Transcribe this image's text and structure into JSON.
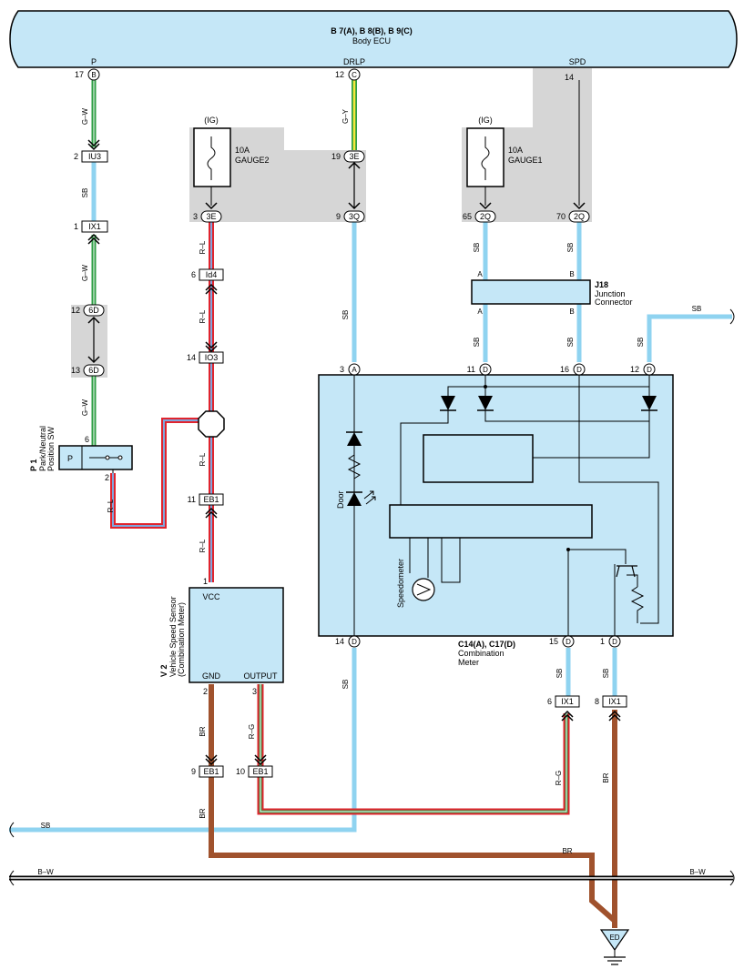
{
  "ecu": {
    "ref": "B 7(A), B 8(B), B 9(C)",
    "name": "Body ECU",
    "terminals": {
      "p": "P",
      "drlp": "DRLP",
      "spd": "SPD"
    },
    "pins": {
      "p": "17",
      "p_letter": "B",
      "drlp": "12",
      "drlp_letter": "C",
      "spd": "14"
    }
  },
  "wires": {
    "g_w": "G–W",
    "g_y": "G–Y",
    "sb": "SB",
    "r_l": "R–L",
    "br": "BR",
    "r_g": "R–G",
    "b_w": "B–W"
  },
  "connectors": {
    "iu3": {
      "pin": "2",
      "label": "IU3"
    },
    "ix1_top": {
      "pin": "1",
      "label": "IX1"
    },
    "c6d_a": {
      "pin": "12",
      "label": "6D"
    },
    "c6d_b": {
      "pin": "13",
      "label": "6D"
    },
    "c3e_a": {
      "pin": "3",
      "label": "3E"
    },
    "c3e_b": {
      "pin": "19",
      "label": "3E"
    },
    "c3q": {
      "pin": "9",
      "label": "3Q"
    },
    "c2q_a": {
      "pin": "65",
      "label": "2Q"
    },
    "c2q_b": {
      "pin": "70",
      "label": "2Q"
    },
    "id4": {
      "pin": "6",
      "label": "Id4"
    },
    "io3": {
      "pin": "14",
      "label": "IO3"
    },
    "eb1_a": {
      "pin": "11",
      "label": "EB1"
    },
    "eb1_b": {
      "pin": "9",
      "label": "EB1"
    },
    "eb1_c": {
      "pin": "10",
      "label": "EB1"
    },
    "ix1_a": {
      "pin": "6",
      "label": "IX1"
    },
    "ix1_b": {
      "pin": "8",
      "label": "IX1"
    }
  },
  "fuses": {
    "gauge2": {
      "ig": "(IG)",
      "rating": "10A",
      "name": "GAUGE2"
    },
    "gauge1": {
      "ig": "(IG)",
      "rating": "10A",
      "name": "GAUGE1"
    }
  },
  "junction": {
    "ref": "J18",
    "line1": "Junction",
    "line2": "Connector",
    "pin_a": "A",
    "pin_b": "B"
  },
  "pnp_switch": {
    "ref": "P 1",
    "line1": "Park/Neutral",
    "line2": "Position SW",
    "pin_in": "6",
    "pin_out": "2",
    "terminal": "P"
  },
  "speed_sensor": {
    "ref": "V 2",
    "line1": "Vehicle Speed Sensor",
    "line2": "(Combination Meter)",
    "vcc": "VCC",
    "gnd": "GND",
    "output": "OUTPUT",
    "pin_vcc": "1",
    "pin_gnd": "2",
    "pin_out": "3"
  },
  "meter": {
    "ref": "C14(A), C17(D)",
    "line1": "Combination",
    "line2": "Meter",
    "door": "Door",
    "speedometer": "Speedometer",
    "pins": {
      "p3": "3",
      "p3l": "A",
      "p11": "11",
      "p11l": "D",
      "p16": "16",
      "p16l": "D",
      "p12": "12",
      "p12l": "D",
      "p14": "14",
      "p14l": "D",
      "p15": "15",
      "p15l": "D",
      "p1": "1",
      "p1l": "D"
    }
  },
  "ground": {
    "label": "ED"
  },
  "colors": {
    "sb": "#8fd3f0",
    "g": "#2e9e44",
    "br": "#a0522d",
    "r": "#e0242e",
    "y": "#f4e83a",
    "ecu_fill": "#c5e7f7",
    "meter_fill": "#c5e7f7",
    "shade": "#d6d6d6"
  }
}
